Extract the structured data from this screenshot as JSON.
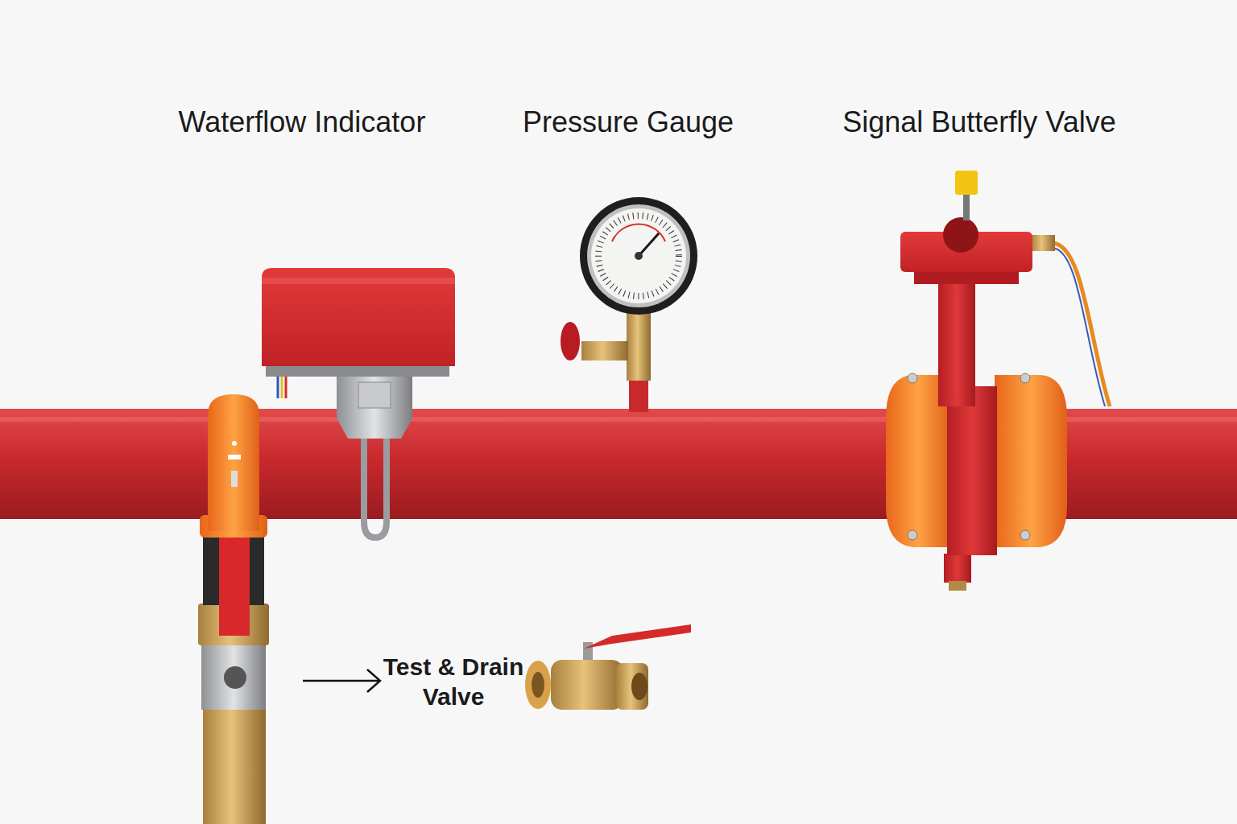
{
  "diagram": {
    "labels": [
      "Waterflow Indicator",
      "Pressure Gauge",
      "Signal Butterfly Valve",
      "Test & Drain Valve"
    ]
  }
}
